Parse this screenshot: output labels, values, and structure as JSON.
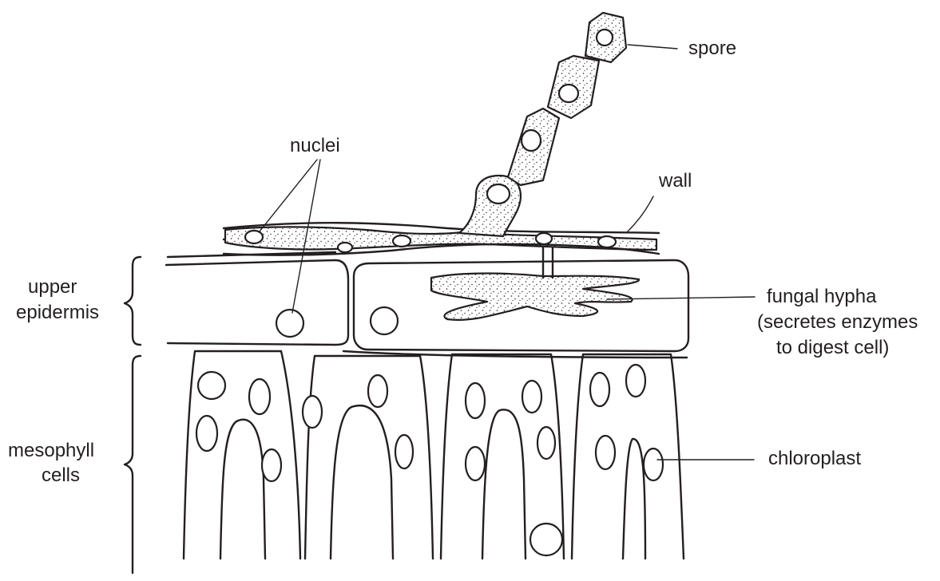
{
  "labels": {
    "spore": "spore",
    "nuclei": "nuclei",
    "wall": "wall",
    "upper_epidermis": [
      "upper",
      "epidermis"
    ],
    "fungal_hypha": [
      "fungal hypha",
      "(secretes enzymes",
      "to digest cell)"
    ],
    "mesophyll_cells": [
      "mesophyll",
      "cells"
    ],
    "chloroplast": "chloroplast"
  },
  "colors": {
    "ink": "#231f20",
    "background": "#ffffff"
  }
}
